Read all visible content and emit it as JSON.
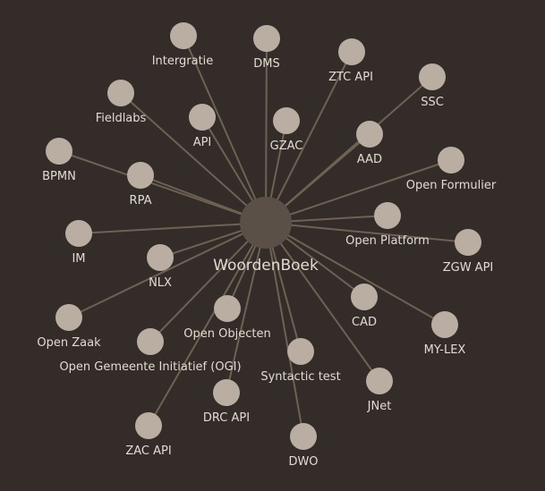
{
  "graph": {
    "hub": "WoordenBoek",
    "nodes": [
      "Intergratie",
      "DMS",
      "ZTC API",
      "SSC",
      "Fieldlabs",
      "API",
      "GZAC",
      "AAD",
      "BPMN",
      "Open Formulier",
      "RPA",
      "IM",
      "Open Platform",
      "ZGW API",
      "NLX",
      "CAD",
      "Open Zaak",
      "Open Objecten",
      "MY-LEX",
      "Open Gemeente Initiatief (OGI)",
      "Syntactic test",
      "JNet",
      "DRC API",
      "ZAC API",
      "DWO"
    ]
  },
  "colors": {
    "background": "#332c29",
    "edge": "#6e6252",
    "leaf": "#b9aea1",
    "hub": "#5a5047",
    "label": "#e2dbd2"
  }
}
